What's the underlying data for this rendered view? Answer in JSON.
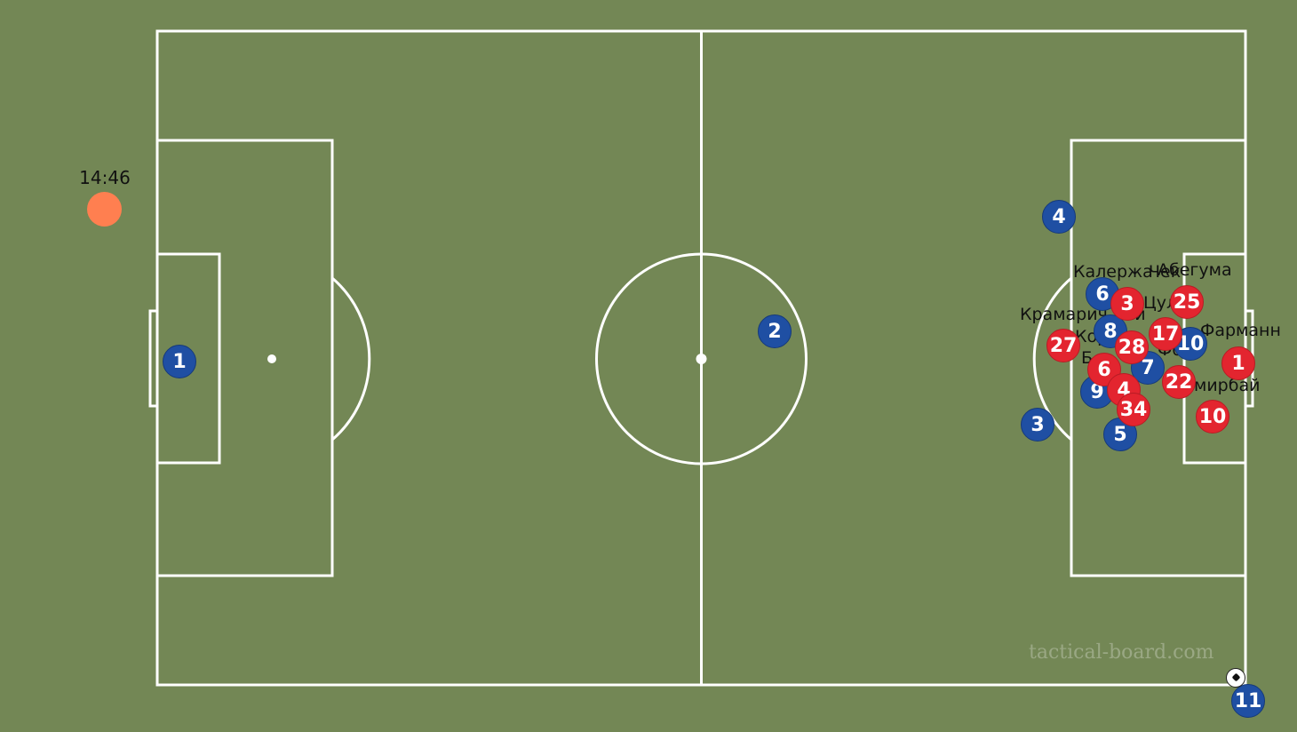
{
  "timer": {
    "label": "14:46",
    "color": "#ff7f50"
  },
  "watermark": "tactical-board.com",
  "ball": {
    "icon": "soccer-ball-icon"
  },
  "team_colors": {
    "blue": "#1f4fa3",
    "red": "#e3252f"
  },
  "blue_players": [
    "1",
    "2",
    "4",
    "6",
    "8",
    "3",
    "9",
    "7",
    "5",
    "10",
    "11"
  ],
  "red_players": [
    "3",
    "25",
    "27",
    "17",
    "28",
    "6",
    "4",
    "34",
    "22",
    "1",
    "10"
  ],
  "player_names": [
    "Калержа",
    "Чек",
    "Абегума",
    "Цулли",
    "Крамарич",
    "Ли",
    "Фарманн",
    "Кор",
    "Фо",
    "Б",
    "мирбай"
  ]
}
